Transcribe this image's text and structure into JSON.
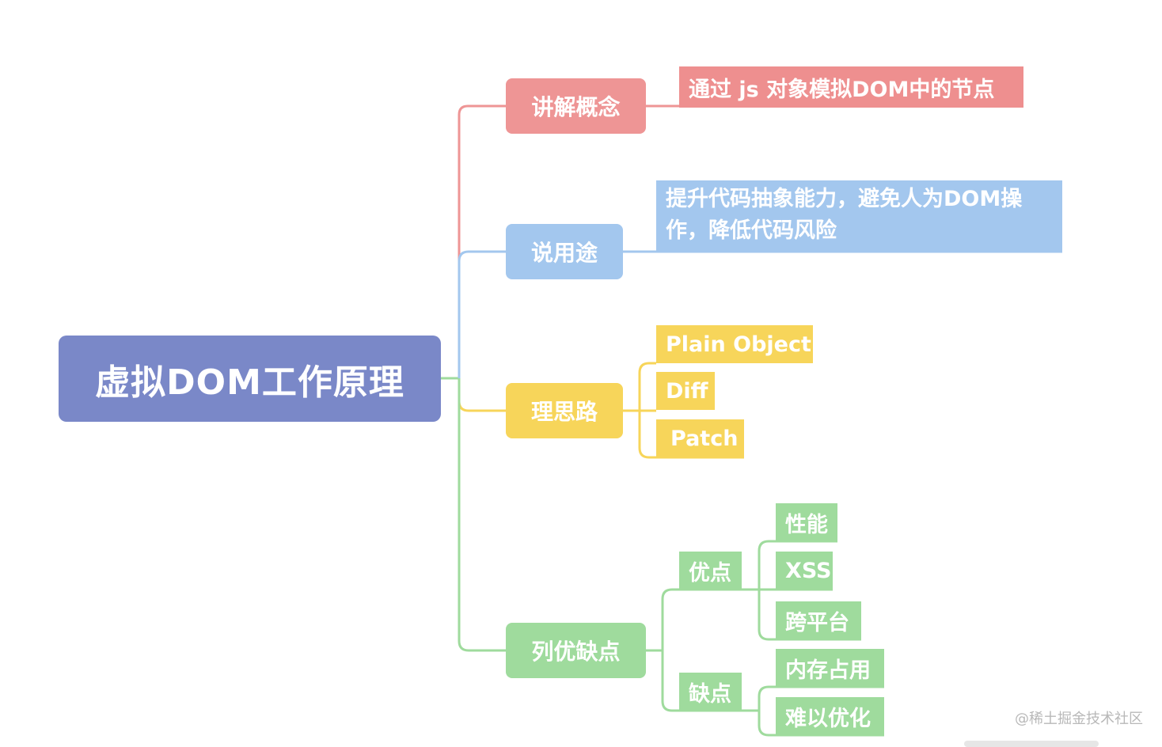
{
  "root": "虚拟DOM工作原理",
  "branches": {
    "concept": {
      "label": "讲解概念",
      "detail": "通过 js 对象模拟DOM中的节点",
      "color": "#ee9595"
    },
    "usage": {
      "label": "说用途",
      "detail": "提升代码抽象能力，避免人为DOM操作，降低代码风险",
      "color": "#a3c7ee"
    },
    "idea": {
      "label": "理思路",
      "items": [
        "Plain Object",
        "Diff",
        "Patch"
      ],
      "color": "#f7d55a"
    },
    "proscons": {
      "label": "列优缺点",
      "color": "#9fdb9d",
      "pros": {
        "label": "优点",
        "items": [
          "性能",
          "XSS",
          "跨平台"
        ]
      },
      "cons": {
        "label": "缺点",
        "items": [
          "内存占用",
          "难以优化"
        ]
      }
    }
  },
  "watermark": "@稀土掘金技术社区"
}
